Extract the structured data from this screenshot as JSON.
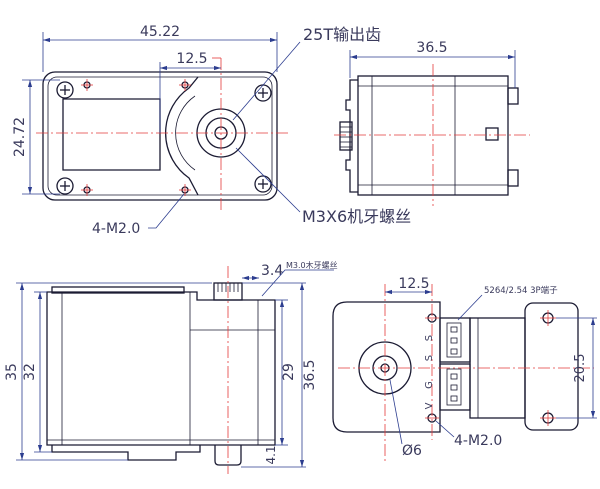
{
  "colors": {
    "outline": "#1b1b33",
    "dimension": "#2c3d8f",
    "centerline": "#e33b3b",
    "text": "#3a3a5c",
    "background": "#ffffff"
  },
  "front_view": {
    "width_dim": "45.22",
    "gear_offset_dim": "12.5",
    "height_dim": "24.72",
    "gear_label": "25T输出齿",
    "screw_label": "M3X6机牙螺丝",
    "hole_label": "4-M2.0"
  },
  "top_side_view": {
    "length_dim": "36.5"
  },
  "side_view": {
    "gear_height_dim": "3.4",
    "screw_label": "M3.0木牙螺丝",
    "total_height_dim": "35",
    "body_height_dim": "32",
    "case_height_dim": "29",
    "overall_height_dim": "36.5",
    "bottom_gear_dim": "4.1"
  },
  "bottom_view": {
    "shaft_offset_dim": "12.5",
    "connector_label": "5264/2.54 3P端子",
    "hole_spacing_dim": "20.5",
    "shaft_diameter_dim": "Ø6",
    "hole_label": "4-M2.0",
    "pin_labels": [
      "S",
      "S",
      "G",
      "V"
    ]
  }
}
